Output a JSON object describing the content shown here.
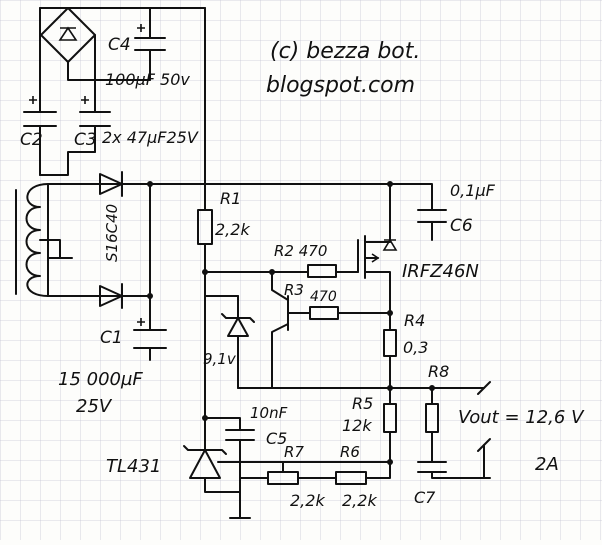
{
  "credit": {
    "line1": "(c)  bezza bot.",
    "line2": "blogspot.com"
  },
  "labels": {
    "c4": "C4",
    "c4_value": "100µF 50v",
    "c2": "C2",
    "c3": "C3",
    "c23_value": "2x 47µF25V",
    "diode_pair": "S16C40",
    "c1": "C1",
    "c1_value": "15 000µF",
    "c1_voltage": "25V",
    "r1": "R1",
    "r1_value": "2,2k",
    "c6_value": "0,1µF",
    "c6": "C6",
    "r2": "R2 470",
    "mosfet": "IRFZ46N",
    "r3": "R3",
    "r3_value": "470",
    "r4": "R4",
    "r4_value": "0,3",
    "zener": "9,1v",
    "r8": "R8",
    "c5_value": "10nF",
    "c5": "C5",
    "r5": "R5",
    "r5_value": "12k",
    "vout": "Vout = 12,6 V",
    "current": "2A",
    "tl431": "TL431",
    "r7": "R7",
    "r6": "R6",
    "r7_value": "2,2k",
    "r6_value": "2,2k",
    "c7": "C7"
  },
  "colors": {
    "ink": "#111111",
    "paper": "#fdfdfb",
    "grid": "#c7c7d6"
  }
}
